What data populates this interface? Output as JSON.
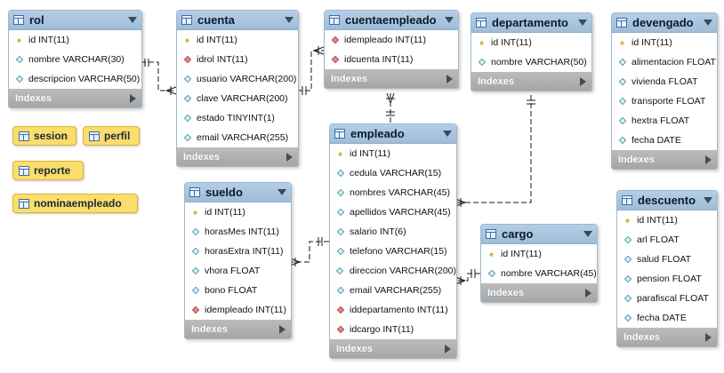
{
  "colors": {
    "header": "#a9c6e0",
    "indexes_bar": "#b0b0b0",
    "view_bg": "#fadd6a",
    "primary_key": "#d4aa20",
    "foreign_key": "#e48a8a",
    "column": "#4f9db1"
  },
  "tables": [
    {
      "id": "rol",
      "name": "rol",
      "indexes_label": "Indexes",
      "columns": [
        {
          "text": "id INT(11)",
          "kind": "pk"
        },
        {
          "text": "nombre VARCHAR(30)",
          "kind": "col"
        },
        {
          "text": "descripcion VARCHAR(50)",
          "kind": "col"
        }
      ]
    },
    {
      "id": "cuenta",
      "name": "cuenta",
      "indexes_label": "Indexes",
      "columns": [
        {
          "text": "id INT(11)",
          "kind": "pk"
        },
        {
          "text": "idrol INT(11)",
          "kind": "fk"
        },
        {
          "text": "usuario VARCHAR(200)",
          "kind": "col"
        },
        {
          "text": "clave VARCHAR(200)",
          "kind": "col"
        },
        {
          "text": "estado TINYINT(1)",
          "kind": "col"
        },
        {
          "text": "email VARCHAR(255)",
          "kind": "col"
        }
      ]
    },
    {
      "id": "cuentaempleado",
      "name": "cuentaempleado",
      "indexes_label": "Indexes",
      "columns": [
        {
          "text": "idempleado INT(11)",
          "kind": "fk"
        },
        {
          "text": "idcuenta INT(11)",
          "kind": "fk"
        }
      ]
    },
    {
      "id": "departamento",
      "name": "departamento",
      "indexes_label": "Indexes",
      "columns": [
        {
          "text": "id INT(11)",
          "kind": "pk"
        },
        {
          "text": "nombre VARCHAR(50)",
          "kind": "col"
        }
      ]
    },
    {
      "id": "devengado",
      "name": "devengado",
      "indexes_label": "Indexes",
      "columns": [
        {
          "text": "id INT(11)",
          "kind": "pk"
        },
        {
          "text": "alimentacion FLOAT",
          "kind": "col"
        },
        {
          "text": "vivienda FLOAT",
          "kind": "col"
        },
        {
          "text": "transporte FLOAT",
          "kind": "col"
        },
        {
          "text": "hextra FLOAT",
          "kind": "col"
        },
        {
          "text": "fecha DATE",
          "kind": "col"
        }
      ]
    },
    {
      "id": "empleado",
      "name": "empleado",
      "indexes_label": "Indexes",
      "columns": [
        {
          "text": "id INT(11)",
          "kind": "pk"
        },
        {
          "text": "cedula VARCHAR(15)",
          "kind": "col"
        },
        {
          "text": "nombres VARCHAR(45)",
          "kind": "col"
        },
        {
          "text": "apellidos VARCHAR(45)",
          "kind": "col"
        },
        {
          "text": "salario INT(6)",
          "kind": "col"
        },
        {
          "text": "telefono VARCHAR(15)",
          "kind": "col"
        },
        {
          "text": "direccion VARCHAR(200)",
          "kind": "col"
        },
        {
          "text": "email VARCHAR(255)",
          "kind": "col"
        },
        {
          "text": "iddepartamento INT(11)",
          "kind": "fk"
        },
        {
          "text": "idcargo INT(11)",
          "kind": "fk"
        }
      ]
    },
    {
      "id": "sueldo",
      "name": "sueldo",
      "indexes_label": "Indexes",
      "columns": [
        {
          "text": "id INT(11)",
          "kind": "pk"
        },
        {
          "text": "horasMes INT(11)",
          "kind": "col"
        },
        {
          "text": "horasExtra INT(11)",
          "kind": "col"
        },
        {
          "text": "vhora FLOAT",
          "kind": "col"
        },
        {
          "text": "bono FLOAT",
          "kind": "col"
        },
        {
          "text": "idempleado INT(11)",
          "kind": "fk"
        }
      ]
    },
    {
      "id": "cargo",
      "name": "cargo",
      "indexes_label": "Indexes",
      "columns": [
        {
          "text": "id INT(11)",
          "kind": "pk"
        },
        {
          "text": "nombre VARCHAR(45)",
          "kind": "col"
        }
      ]
    },
    {
      "id": "descuento",
      "name": "descuento",
      "indexes_label": "Indexes",
      "columns": [
        {
          "text": "id INT(11)",
          "kind": "pk"
        },
        {
          "text": "arl FLOAT",
          "kind": "col"
        },
        {
          "text": "salud FLOAT",
          "kind": "col"
        },
        {
          "text": "pension FLOAT",
          "kind": "col"
        },
        {
          "text": "parafiscal FLOAT",
          "kind": "col"
        },
        {
          "text": "fecha DATE",
          "kind": "col"
        }
      ]
    }
  ],
  "views": [
    {
      "id": "sesion",
      "name": "sesion"
    },
    {
      "id": "perfil",
      "name": "perfil"
    },
    {
      "id": "reporte",
      "name": "reporte"
    },
    {
      "id": "nominaempleado",
      "name": "nominaempleado"
    }
  ]
}
